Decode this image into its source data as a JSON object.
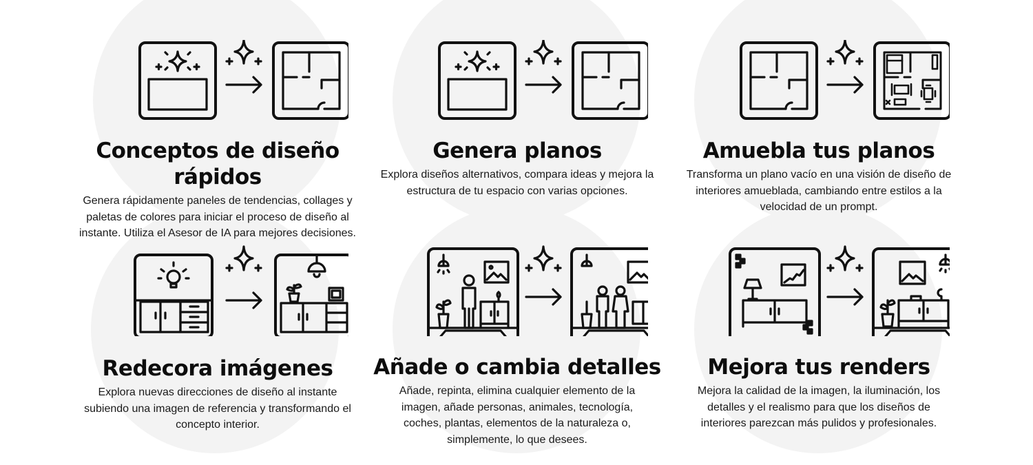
{
  "features": [
    {
      "title": "Conceptos de diseño rápidos",
      "description": "Genera rápidamente paneles de tendencias, collages y paletas de colores para iniciar el proceso de diseño al instante. Utiliza el Asesor de IA para mejores decisiones.",
      "icons": [
        "sparkle-panel-icon",
        "sparkle-icon",
        "arrow-right-icon",
        "floor-plan-icon"
      ]
    },
    {
      "title": "Genera planos",
      "description": "Explora diseños alternativos, compara ideas y mejora la estructura de tu espacio con varias opciones.",
      "icons": [
        "sparkle-panel-icon",
        "sparkle-icon",
        "arrow-right-icon",
        "floor-plan-icon"
      ]
    },
    {
      "title": "Amuebla tus planos",
      "description": "Transforma un plano vacío en una visión de diseño de interiores amueblada, cambiando entre estilos a la velocidad de un prompt.",
      "icons": [
        "floor-plan-icon",
        "sparkle-icon",
        "arrow-right-icon",
        "furnished-plan-icon"
      ]
    },
    {
      "title": "Redecora imágenes",
      "description": "Explora nuevas direcciones de diseño al instante subiendo una imagen de referencia y transformando el concepto interior.",
      "icons": [
        "room-lightbulb-icon",
        "sparkle-icon",
        "arrow-right-icon",
        "decorated-room-icon"
      ]
    },
    {
      "title": "Añade o cambia detalles",
      "description": "Añade, repinta, elimina cualquier elemento de la imagen, añade personas, animales, tecnología, coches, plantas, elementos de la naturaleza o, simplemente, lo que desees.",
      "icons": [
        "room-person-icon",
        "sparkle-icon",
        "arrow-right-icon",
        "room-people-icon"
      ]
    },
    {
      "title": "Mejora tus renders",
      "description": "Mejora la calidad de la imagen, la iluminación, los detalles y el realismo para que los diseños de interiores parezcan más pulidos y profesionales.",
      "icons": [
        "pixelated-room-icon",
        "sparkle-icon",
        "arrow-right-icon",
        "enhanced-room-icon"
      ]
    }
  ],
  "colors": {
    "background": "#ffffff",
    "circle": "#f3f3f3",
    "ink": "#111111"
  }
}
